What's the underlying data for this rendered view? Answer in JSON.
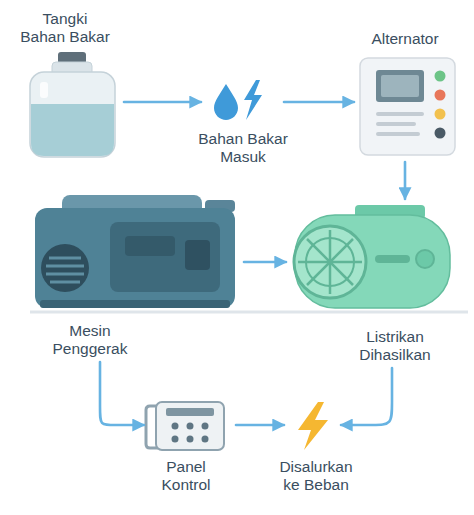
{
  "diagram": {
    "nodes": [
      {
        "text": [
          "Tangki Bahan Bakar"
        ]
      },
      {
        "text": [
          "Bahan Bakar Masuk"
        ]
      },
      {
        "text": [
          "Alternator"
        ]
      },
      {
        "text": [
          "Mesin Penggerak"
        ]
      },
      {
        "text": [
          "Listrikan Dihasilkan"
        ]
      },
      {
        "text": [
          "Panel Kontrol"
        ]
      },
      {
        "text": [
          "Disalurkan ke Beban"
        ]
      }
    ],
    "edges": [
      {
        "from": 0,
        "to": 1,
        "arrow": "to"
      },
      {
        "from": 1,
        "to": 2,
        "arrow": "to"
      },
      {
        "from": 2,
        "to": 4,
        "arrow": "to"
      },
      {
        "from": 3,
        "to": 4,
        "arrow": "to"
      },
      {
        "from": 3,
        "to": 5,
        "arrow": "to"
      },
      {
        "from": 5,
        "to": 6,
        "arrow": "to"
      },
      {
        "from": 4,
        "to": 6,
        "arrow": "to"
      }
    ]
  }
}
